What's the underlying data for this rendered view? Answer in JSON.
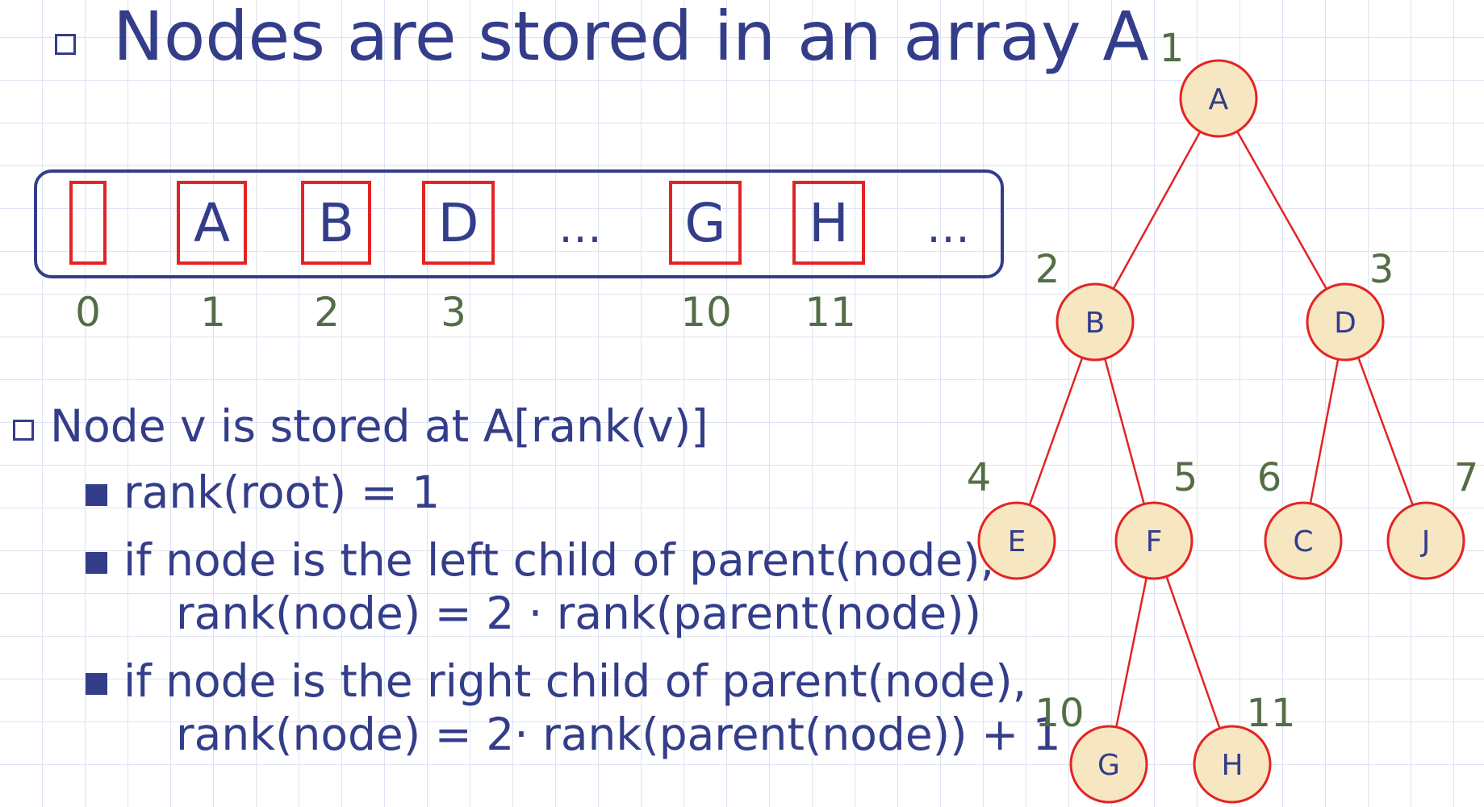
{
  "title": "Nodes are stored in an array A",
  "array": {
    "cells": [
      "",
      "A",
      "B",
      "D",
      "G",
      "H"
    ],
    "ellipsis": "…",
    "indices": [
      "0",
      "1",
      "2",
      "3",
      "10",
      "11"
    ]
  },
  "rules": {
    "heading": "Node v is stored at A[rank(v)]",
    "item1": "rank(root) = 1",
    "item2_line1": "if node is the left child of parent(node),",
    "item2_line2": "rank(node) = 2 · rank(parent(node))",
    "item3_line1": "if node is the right child of parent(node),",
    "item3_line2": "rank(node) = 2·  rank(parent(node)) + 1"
  },
  "tree": {
    "nodes": [
      {
        "label": "A",
        "rank": "1"
      },
      {
        "label": "B",
        "rank": "2"
      },
      {
        "label": "D",
        "rank": "3"
      },
      {
        "label": "E",
        "rank": "4"
      },
      {
        "label": "F",
        "rank": "5"
      },
      {
        "label": "C",
        "rank": "6"
      },
      {
        "label": "J",
        "rank": "7"
      },
      {
        "label": "G",
        "rank": "10"
      },
      {
        "label": "H",
        "rank": "11"
      }
    ]
  },
  "colors": {
    "text": "#333d8a",
    "edge": "#e32424",
    "node_fill": "#f7e6c2",
    "rank_label": "#536e46"
  }
}
